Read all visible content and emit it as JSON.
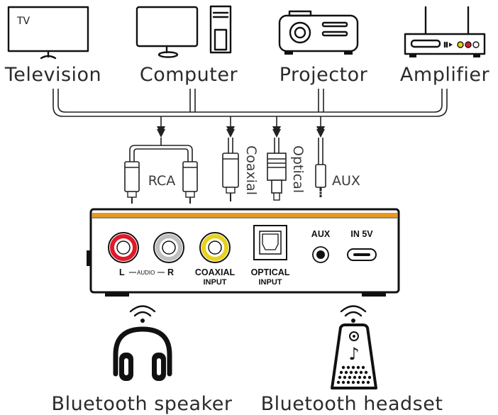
{
  "devices": {
    "tv": {
      "name": "Television",
      "screen_text": "TV"
    },
    "computer": {
      "name": "Computer"
    },
    "projector": {
      "name": "Projector"
    },
    "amplifier": {
      "name": "Amplifier"
    }
  },
  "cables": {
    "rca": "RCA",
    "coaxial": "Coaxial",
    "optical": "Optical",
    "aux": "AUX"
  },
  "panel": {
    "l": "L",
    "audio": "AUDIO",
    "r": "R",
    "coaxial": "COAXIAL",
    "coaxial_sub": "INPUT",
    "optical": "OPTICAL",
    "optical_sub": "INPUT",
    "aux": "AUX",
    "power": "IN 5V",
    "accent_color": "#E89A1E"
  },
  "outputs": {
    "speaker": "Bluetooth speaker",
    "headset": "Bluetooth headset"
  },
  "colors": {
    "rca_red": "#E0192B",
    "rca_white": "#BFBFBF",
    "coaxial_yellow": "#E8D21A"
  }
}
